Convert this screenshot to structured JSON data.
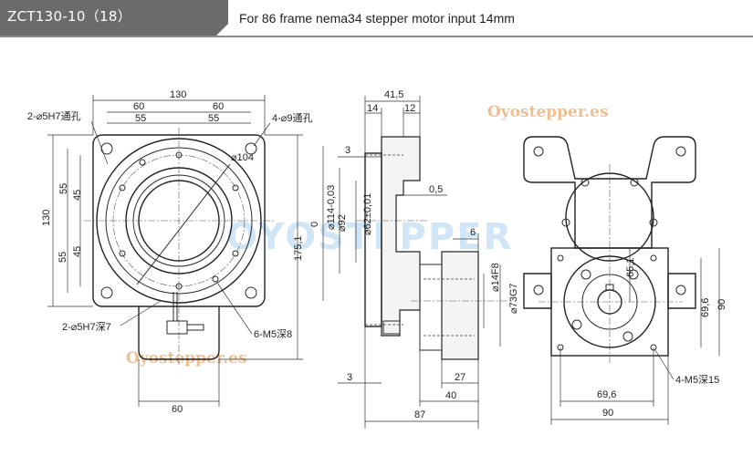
{
  "header": {
    "model": "ZCT130-10（18）",
    "subtitle": "For 86 frame nema34 stepper motor input 14mm"
  },
  "watermarks": {
    "logo_text": "OYOSTEPPER",
    "url_top": "Oyostepper.es",
    "url_bottom": "Oyostepper.es"
  },
  "front_view": {
    "dim_width_total": "130",
    "dim_half_left": "60",
    "dim_half_right": "60",
    "dim_inner_left": "55",
    "dim_inner_right": "55",
    "dim_height_total": "130",
    "dim_v_55_top": "55",
    "dim_v_45_top": "45",
    "dim_v_55_bottom": "55",
    "dim_v_45_bottom": "45",
    "dim_height_overall": "175,1",
    "dim_bottom_60": "60",
    "dim_circle_104": "⌀104",
    "label_pin_holes_top": "2-⌀5H7通孔",
    "label_through_holes": "4-⌀9通孔",
    "label_pin_holes_bottom": "2-⌀5H7深7",
    "label_tapped_holes": "6-M5深8"
  },
  "side_view": {
    "dim_41_5": "41,5",
    "dim_14": "14",
    "dim_12": "12",
    "dim_3_top": "3",
    "dim_0_5": "0,5",
    "dim_0": "0",
    "dim_114": "⌀114-0,03",
    "dim_92": "⌀92",
    "dim_62": "⌀62±0,01",
    "dim_6": "6",
    "dim_14F8": "⌀14F8",
    "dim_73G7": "⌀73G7",
    "dim_3_bottom": "3",
    "dim_27": "27",
    "dim_40": "40",
    "dim_87": "87"
  },
  "rear_view": {
    "dim_65_1": "65,1",
    "dim_69_6_v": "69,6",
    "dim_90_v": "90",
    "dim_69_6_h": "69,6",
    "dim_90_h": "90",
    "label_tapped_holes": "4-M5深15"
  }
}
